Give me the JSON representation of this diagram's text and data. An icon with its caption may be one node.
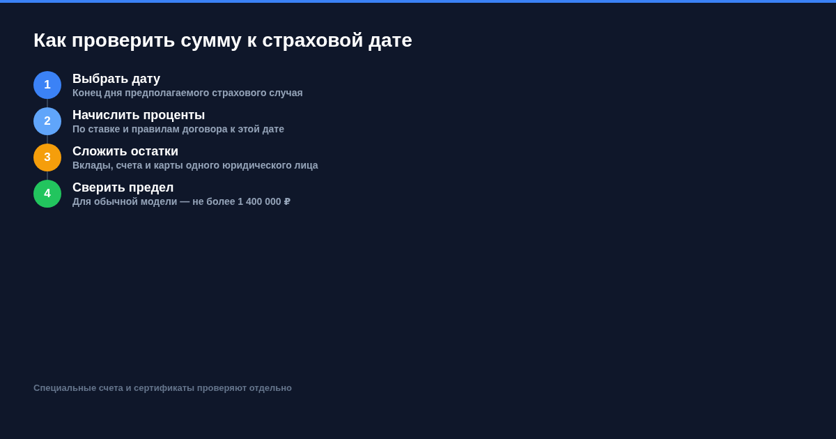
{
  "diagram": {
    "title": "Как проверить сумму к страховой дате",
    "nodes": [
      {
        "text": [
          "1"
        ],
        "beside": [
          "Выбрать дату",
          "Конец дня предполагаемого страхового случая"
        ]
      },
      {
        "text": [
          "2"
        ],
        "beside": [
          "Начислить проценты",
          "По ставке и правилам договора к этой дате"
        ]
      },
      {
        "text": [
          "3"
        ],
        "beside": [
          "Сложить остатки",
          "Вклады, счета и карты одного юридического лица"
        ]
      },
      {
        "text": [
          "4"
        ],
        "beside": [
          "Сверить предел",
          "Для обычной модели — не более 1 400 000 ₽"
        ]
      }
    ],
    "edges": [
      {
        "from": 0,
        "to": 1,
        "arrow": "none"
      },
      {
        "from": 1,
        "to": 2,
        "arrow": "none"
      },
      {
        "from": 2,
        "to": 3,
        "arrow": "none"
      }
    ],
    "labels": [
      "Специальные счета и сертификаты проверяют отдельно"
    ]
  }
}
